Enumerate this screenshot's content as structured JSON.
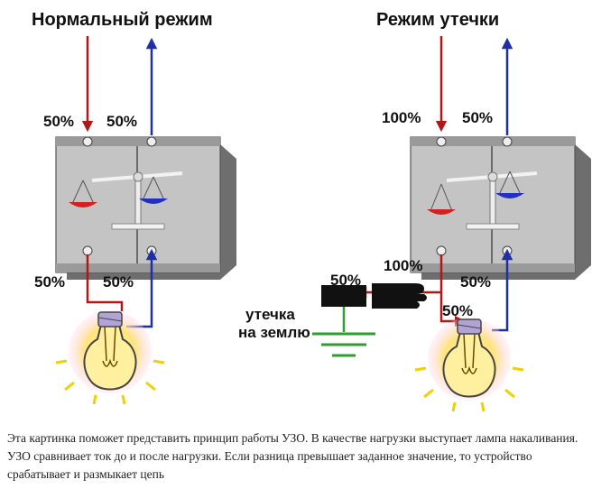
{
  "normal": {
    "title": "Нормальный режим",
    "in_pct": "50%",
    "out_pct": "50%",
    "bottom_left_pct": "50%",
    "bottom_right_pct": "50%"
  },
  "leak": {
    "title": "Режим утечки",
    "in_pct": "100%",
    "out_pct": "50%",
    "bottom_left_pct": "100%",
    "bottom_right_pct": "50%",
    "to_ground_pct": "50%",
    "to_lamp_pct": "50%",
    "label_line1": "утечка",
    "label_line2": "на землю"
  },
  "caption": "Эта картинка поможет представить принцип работы УЗО. В качестве нагрузки выступает лампа накаливания. УЗО сравнивает ток до и после нагрузки. Если разница превышает заданное значение, то устройство срабатывает и размыкает цепь",
  "colors": {
    "phase": "#b01818",
    "neutral": "#1f2fa8",
    "ground": "#2e9e2e",
    "body": "#bdbdbd"
  }
}
